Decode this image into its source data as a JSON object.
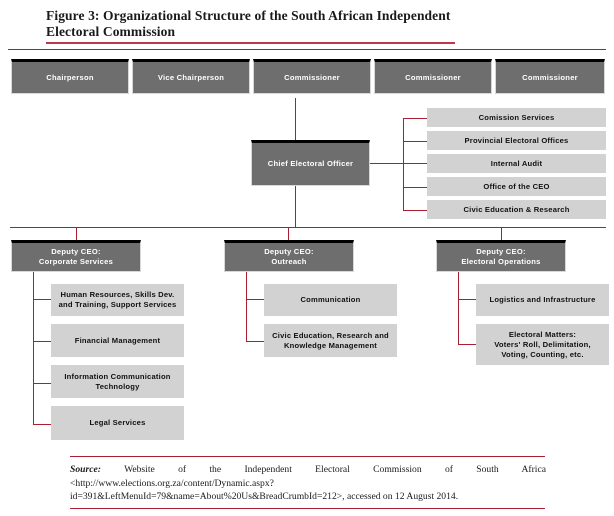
{
  "figure": {
    "title": "Figure 3: Organizational Structure of the South African Independent Electoral Commission",
    "accent_color": "#a81f33",
    "box_dark_color": "#6e6e6e",
    "box_light_color": "#d2d2d2"
  },
  "commission_row": [
    {
      "label": "Chairperson"
    },
    {
      "label": "Vice Chairperson"
    },
    {
      "label": "Commissioner"
    },
    {
      "label": "Commissioner"
    },
    {
      "label": "Commissioner"
    }
  ],
  "ceo": {
    "label": "Chief Electoral Officer"
  },
  "ceo_staff_units": [
    {
      "label": "Comission Services"
    },
    {
      "label": "Provincial Electoral Offices"
    },
    {
      "label": "Internal Audit"
    },
    {
      "label": "Office of the CEO"
    },
    {
      "label": "Civic Education & Research"
    }
  ],
  "deputies": [
    {
      "line1": "Deputy CEO:",
      "line2": "Corporate Services",
      "children": [
        {
          "line1": "Human Resources, Skills Dev.",
          "line2": "and Training, Support Services"
        },
        {
          "line1": "Financial Management",
          "line2": ""
        },
        {
          "line1": "Information Communication",
          "line2": "Technology"
        },
        {
          "line1": "Legal Services",
          "line2": ""
        }
      ]
    },
    {
      "line1": "Deputy CEO:",
      "line2": "Outreach",
      "children": [
        {
          "line1": "Communication",
          "line2": ""
        },
        {
          "line1": "Civic Education, Research and",
          "line2": "Knowledge Management"
        }
      ]
    },
    {
      "line1": "Deputy CEO:",
      "line2": "Electoral Operations",
      "children": [
        {
          "line1": "Logistics and Infrastructure",
          "line2": ""
        },
        {
          "line1": "Electoral Matters:",
          "line2": "Voters' Roll, Delimitation,",
          "line3": "Voting, Counting, etc."
        }
      ]
    }
  ],
  "source": {
    "label": "Source:",
    "text": " Website of the Independent Electoral Commission of South Africa <http://www.elections.org.za/content/Dynamic.aspx?id=391&LeftMenuId=79&name=About%20Us&BreadCrumbId=212>, accessed on 12 August 2014."
  }
}
